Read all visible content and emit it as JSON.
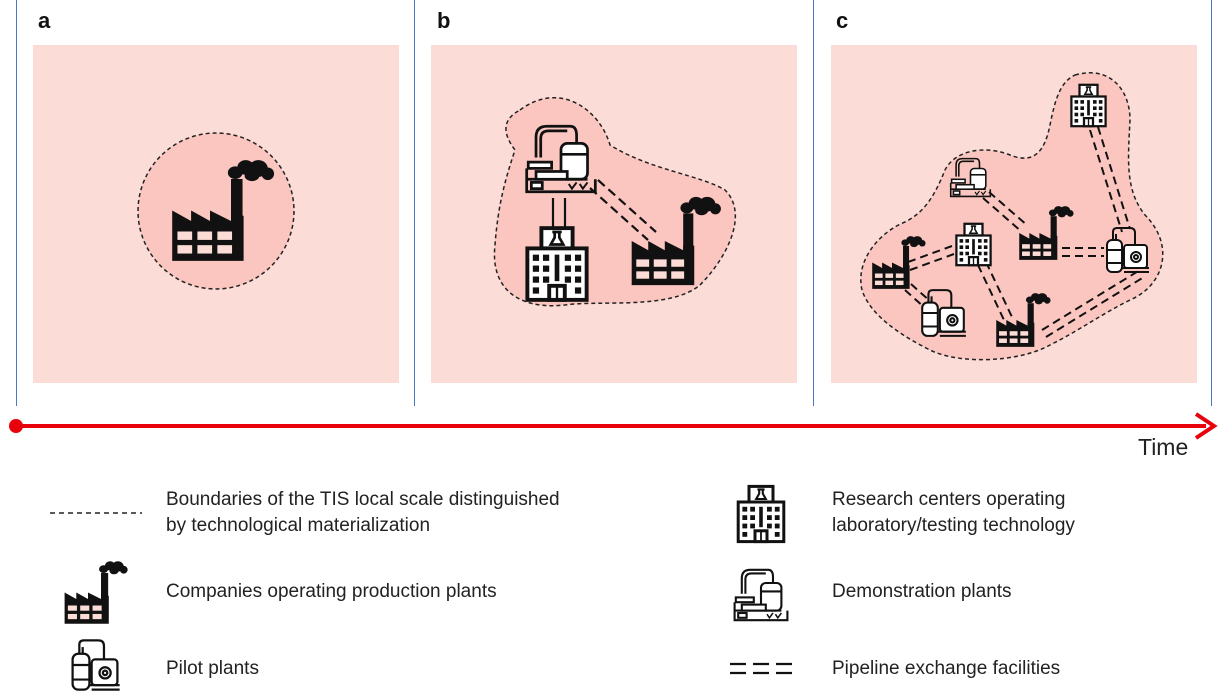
{
  "panels": {
    "a": {
      "label": "a"
    },
    "b": {
      "label": "b"
    },
    "c": {
      "label": "c"
    }
  },
  "timeline": {
    "label": "Time",
    "color": "#e8000b"
  },
  "colors": {
    "panel_fill": "#fcdcd6",
    "region_fill": "#fbc6c0",
    "divider": "#4a78c8"
  },
  "legend": {
    "boundary": {
      "icon": "dashed-line-icon",
      "line1": "Boundaries of the TIS local scale distinguished",
      "line2": "by technological materialization"
    },
    "companies": {
      "icon": "factory-icon",
      "text": "Companies operating production plants"
    },
    "pilot": {
      "icon": "pilot-plant-icon",
      "text": "Pilot plants"
    },
    "research": {
      "icon": "research-center-icon",
      "line1": "Research centers operating",
      "line2": "laboratory/testing technology"
    },
    "demo": {
      "icon": "demonstration-plant-icon",
      "text": "Demonstration plants"
    },
    "pipeline": {
      "icon": "pipeline-icon",
      "text": "Pipeline exchange facilities"
    }
  }
}
